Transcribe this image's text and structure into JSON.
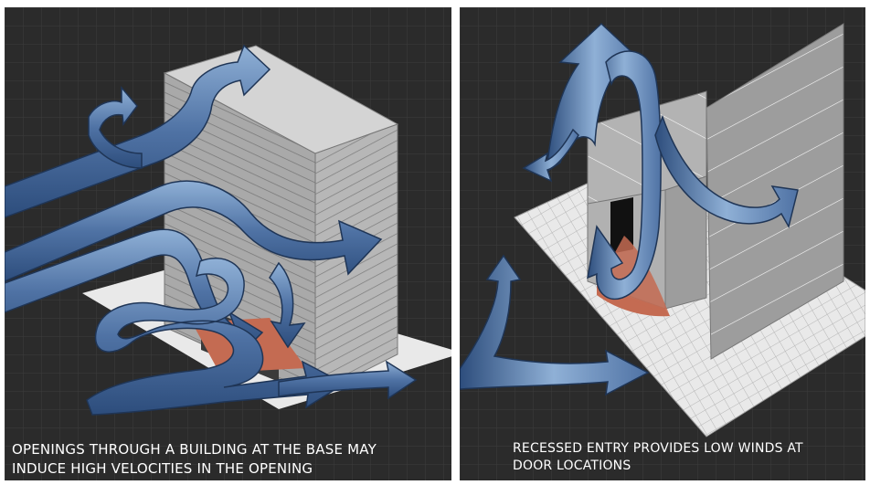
{
  "panels": [
    {
      "caption_lines": [
        "OPENINGS THROUGH A BUILDING AT THE BASE MAY",
        "INDUCE HIGH VELOCITIES IN THE OPENING"
      ]
    },
    {
      "caption_lines": [
        "RECESSED ENTRY PROVIDES LOW WINDS AT",
        "DOOR LOCATIONS"
      ]
    }
  ],
  "colors": {
    "background": "#2b2b2b",
    "grid_line": "#3d3d3d",
    "arrow_blue": "#4f72a4",
    "arrow_blue_light": "#8fb0d6",
    "arrow_edge": "#1f3556",
    "building_face_light": "#bdbdbd",
    "building_face_dark": "#9a9a9a",
    "building_top": "#d4d4d4",
    "ground": "#e9e9e9",
    "opening_floor": "#c46b52"
  },
  "icons": [
    "wind-flow-arrow",
    "tall-building",
    "recessed-entry-building",
    "ground-plane"
  ]
}
